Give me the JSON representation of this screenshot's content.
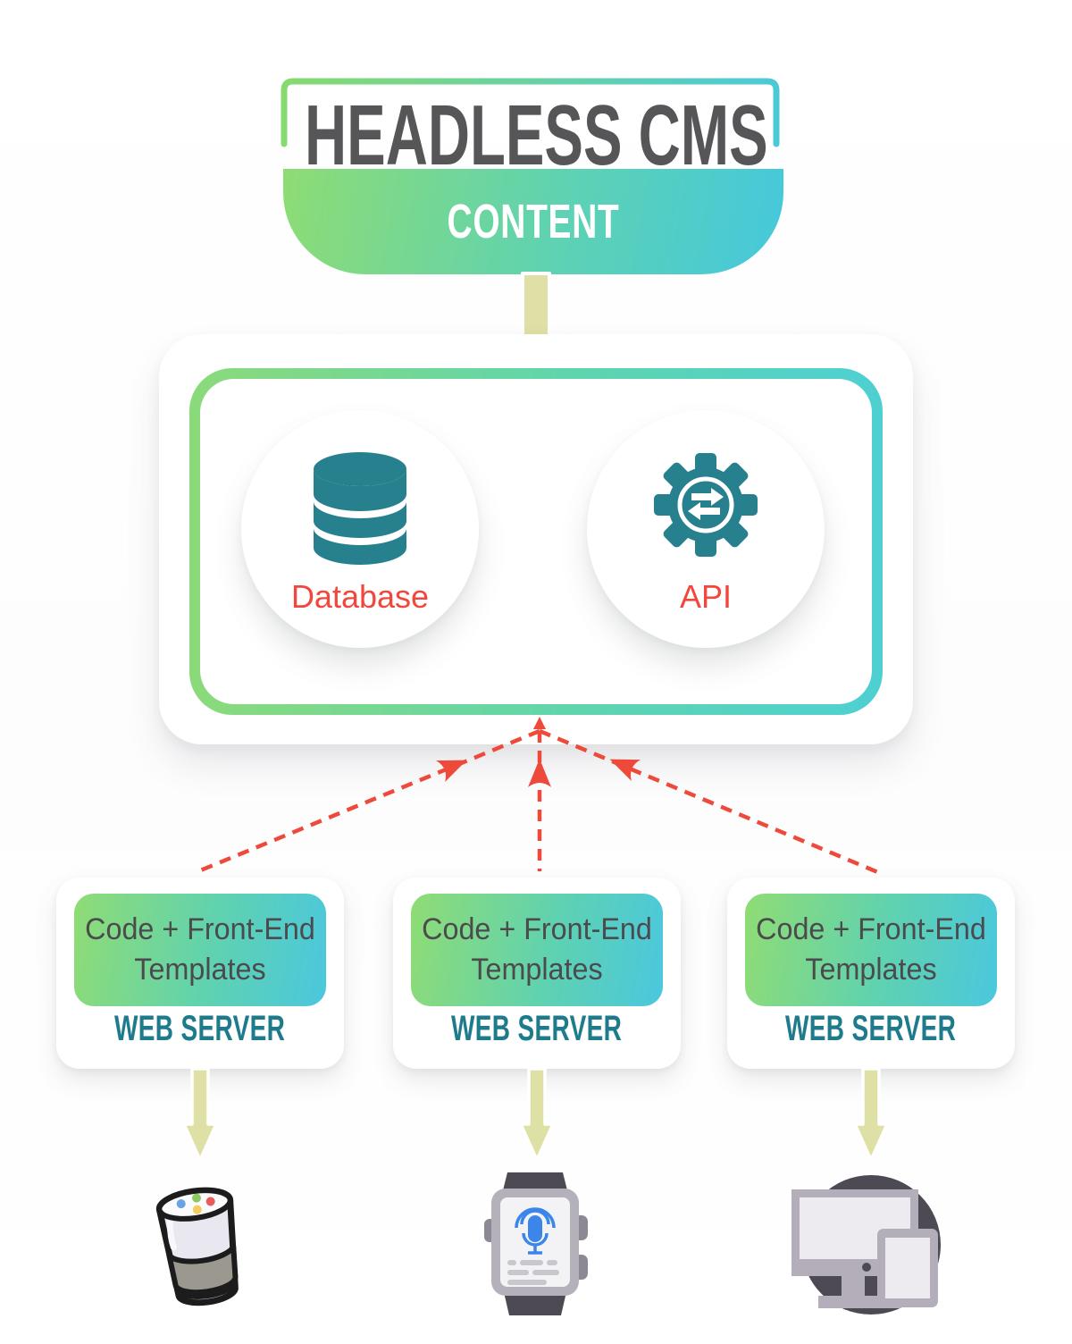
{
  "header": {
    "title": "HEADLESS CMS",
    "banner": "CONTENT"
  },
  "cms_box": {
    "database_label": "Database",
    "database_icon": "database-icon",
    "api_label": "API",
    "api_icon": "gear-sync-icon"
  },
  "servers": {
    "items": [
      {
        "template_label": "Code + Front-End Templates",
        "server_label": "WEB SERVER"
      },
      {
        "template_label": "Code + Front-End Templates",
        "server_label": "WEB SERVER"
      },
      {
        "template_label": "Code + Front-End Templates",
        "server_label": "WEB SERVER"
      }
    ]
  },
  "devices": {
    "items": [
      {
        "icon": "smart-speaker-icon"
      },
      {
        "icon": "smart-watch-icon"
      },
      {
        "icon": "desktop-tablet-icon"
      }
    ]
  },
  "colors": {
    "gradient_green": "#8edc74",
    "gradient_teal": "#45c8dc",
    "icon_teal": "#27808d",
    "label_red": "#f1473c",
    "dashed_red": "#ee4a3c",
    "arrow_khaki": "#dfe0a6",
    "title_gray": "#565659",
    "body_text": "#4b4b4d",
    "web_server_teal": "#1d7b8c"
  }
}
